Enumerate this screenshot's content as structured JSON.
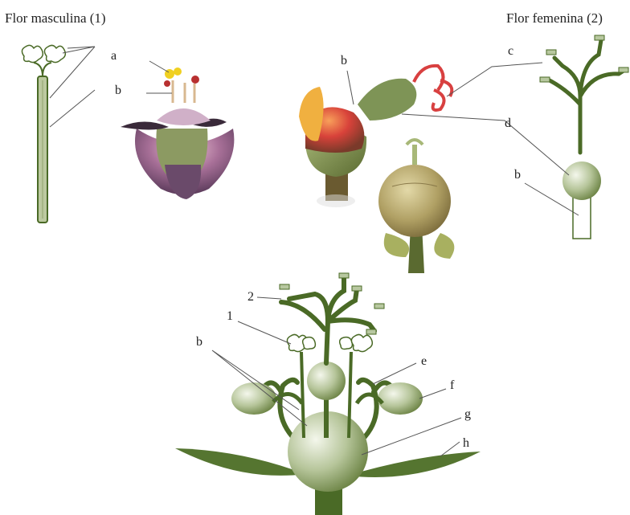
{
  "titles": {
    "male": "Flor masculina (1)",
    "female": "Flor femenina (2)"
  },
  "labels": {
    "male_a": "a",
    "male_b": "b",
    "photo_b": "b",
    "female_c": "c",
    "female_d": "d",
    "female_b": "b",
    "bottom_2": "2",
    "bottom_1": "1",
    "bottom_b": "b",
    "bottom_e": "e",
    "bottom_f": "f",
    "bottom_g": "g",
    "bottom_h": "h"
  },
  "colors": {
    "stem_green": "#4a6a26",
    "pale_green": "#a8b88a",
    "ovary_light": "#e8eedc",
    "ovary_dark": "#7e9456",
    "leaf_green": "#5a7a30",
    "flower_red": "#d8423a",
    "flower_purple": "#8a5a8a"
  }
}
